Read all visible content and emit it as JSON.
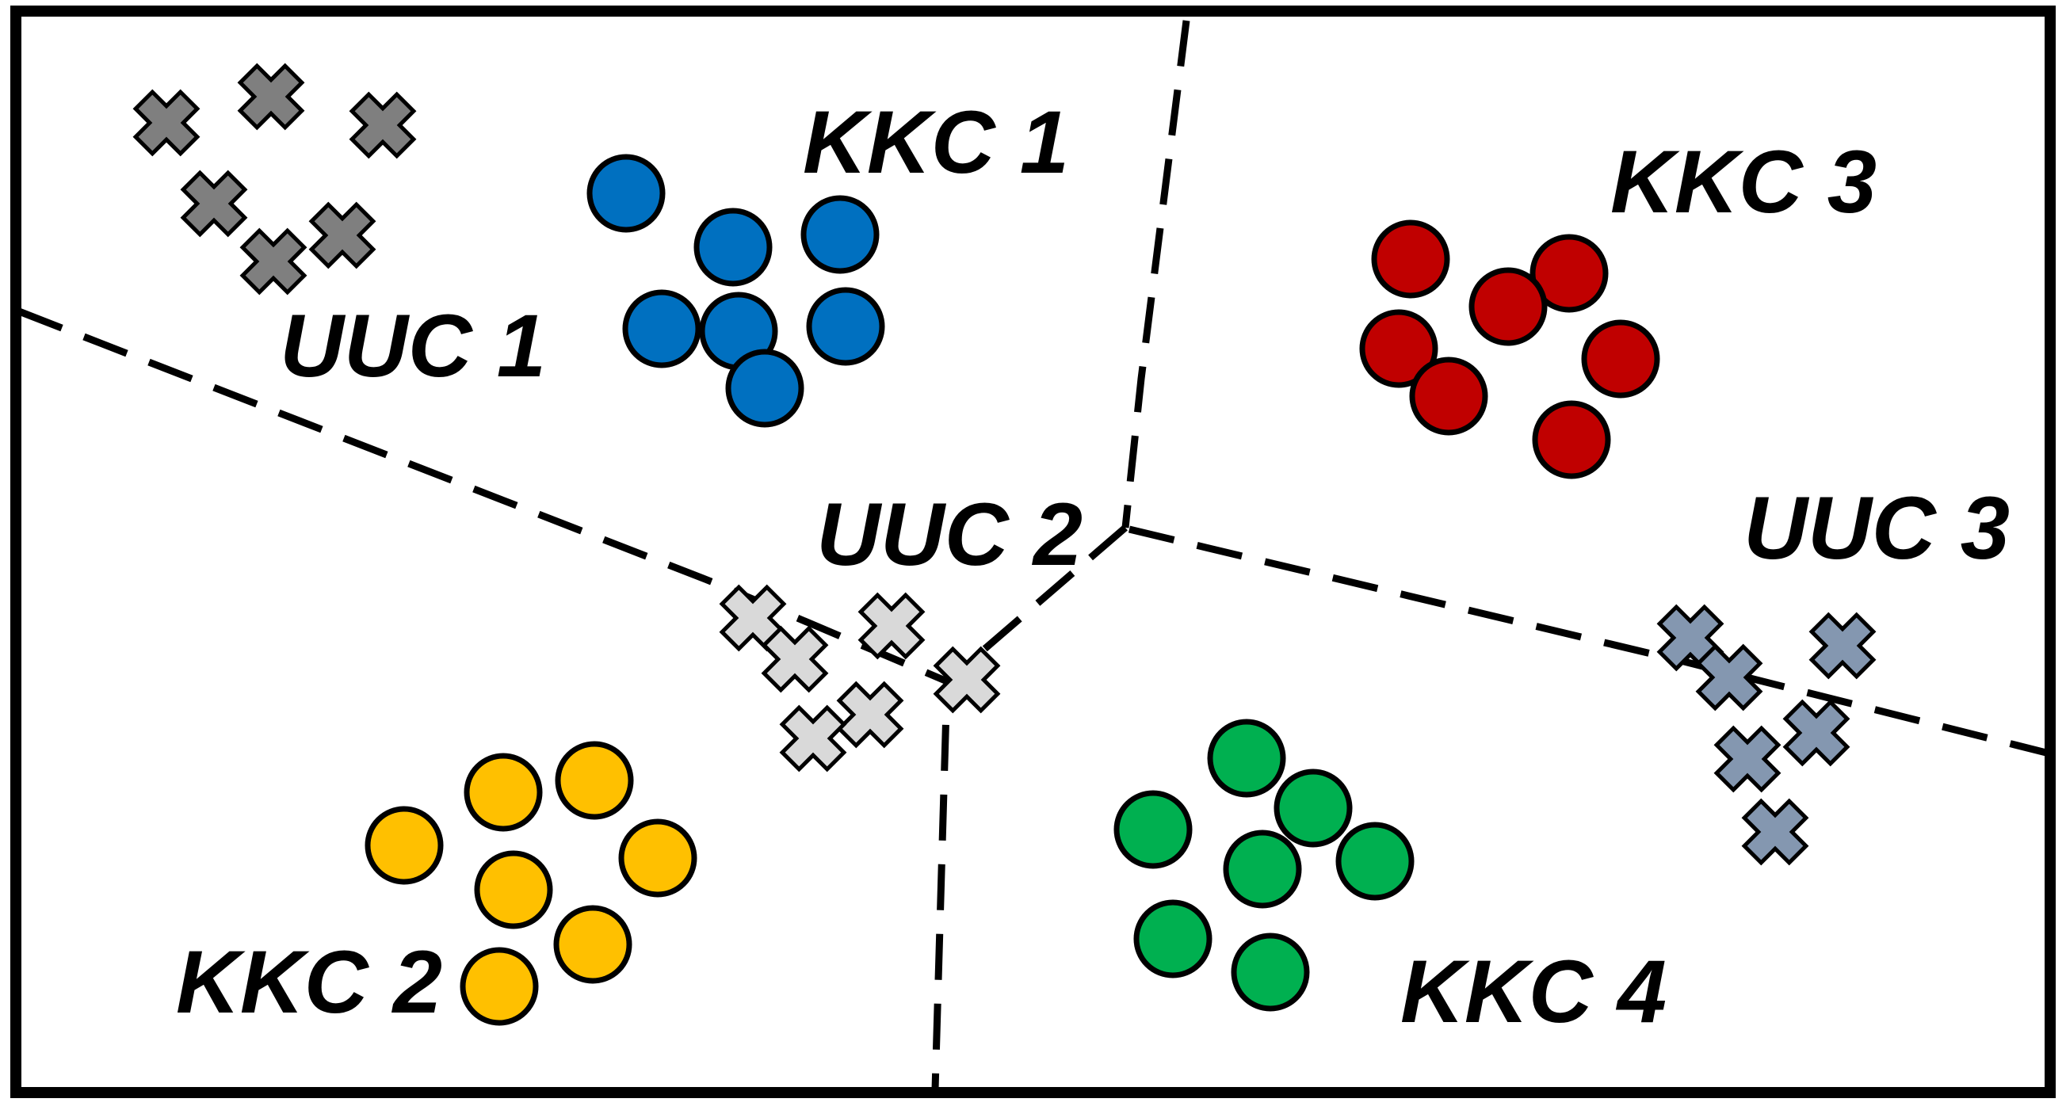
{
  "labels": {
    "kkc1": "KKC 1",
    "kkc2": "KKC 2",
    "kkc3": "KKC 3",
    "kkc4": "KKC 4",
    "uuc1": "UUC 1",
    "uuc2": "UUC 2",
    "uuc3": "UUC 3"
  },
  "colors": {
    "kkc1": "#0070C0",
    "kkc2": "#FFC000",
    "kkc3": "#C00000",
    "kkc4": "#00B050",
    "uuc1": "#7F7F7F",
    "uuc2": "#D9D9D9",
    "uuc3": "#8497B0",
    "outline": "#000000"
  },
  "marker_shapes": {
    "known_classes": "circle",
    "unknown_classes": "x-cross-icon"
  }
}
